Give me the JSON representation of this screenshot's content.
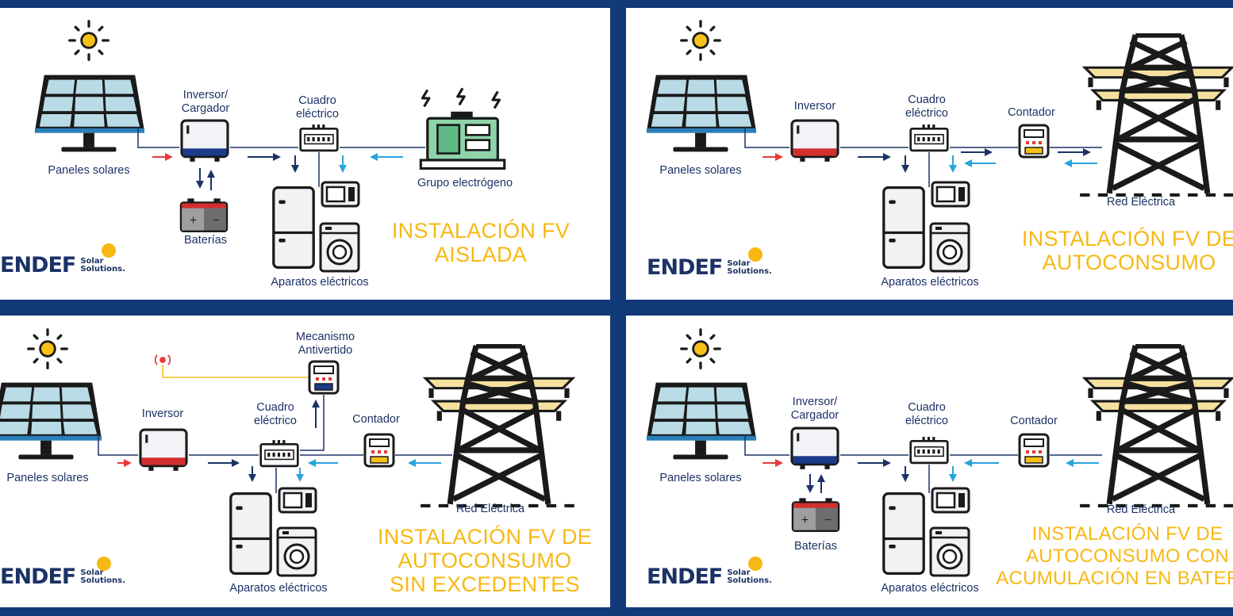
{
  "colors": {
    "frame": "#123a78",
    "navy": "#1b3266",
    "accent": "#f7b813",
    "red_arrow": "#e63b3b",
    "blue_arrow": "#29a3dc"
  },
  "logo": {
    "brand": "ENDEF",
    "sub_line1": "Solar",
    "sub_line2": "Solutions."
  },
  "panels": [
    {
      "id": "aislada",
      "labels": {
        "panels": "Paneles solares",
        "inverter": [
          "Inversor/",
          "Cargador"
        ],
        "board": [
          "Cuadro",
          "eléctrico"
        ],
        "generator": "Grupo electrógeno",
        "batteries": "Baterías",
        "appliances": "Aparatos eléctricos"
      },
      "title": [
        "INSTALACIÓN FV",
        "AISLADA"
      ]
    },
    {
      "id": "autoconsumo",
      "labels": {
        "panels": "Paneles solares",
        "inverter": [
          "Inversor"
        ],
        "board": [
          "Cuadro",
          "eléctrico"
        ],
        "meter": "Contador",
        "grid": "Red Eléctrica",
        "appliances": "Aparatos eléctricos"
      },
      "title": [
        "INSTALACIÓN FV DE",
        "AUTOCONSUMO"
      ]
    },
    {
      "id": "sin-excedentes",
      "labels": {
        "panels": "Paneles solares",
        "inverter": [
          "Inversor"
        ],
        "mechanism": [
          "Mecanismo",
          "Antivertido"
        ],
        "board": [
          "Cuadro",
          "eléctrico"
        ],
        "meter": "Contador",
        "grid": "Red Eléctrica",
        "appliances": "Aparatos eléctricos"
      },
      "title": [
        "INSTALACIÓN FV DE",
        "AUTOCONSUMO",
        "SIN EXCEDENTES"
      ]
    },
    {
      "id": "acumulacion",
      "labels": {
        "panels": "Paneles solares",
        "inverter": [
          "Inversor/",
          "Cargador"
        ],
        "board": [
          "Cuadro",
          "eléctrico"
        ],
        "meter": "Contador",
        "grid": "Red Eléctrica",
        "batteries": "Baterías",
        "appliances": "Aparatos eléctricos"
      },
      "title": [
        "INSTALACIÓN FV DE",
        "AUTOCONSUMO CON",
        "ACUMULACIÓN EN BATERÍA"
      ]
    }
  ]
}
